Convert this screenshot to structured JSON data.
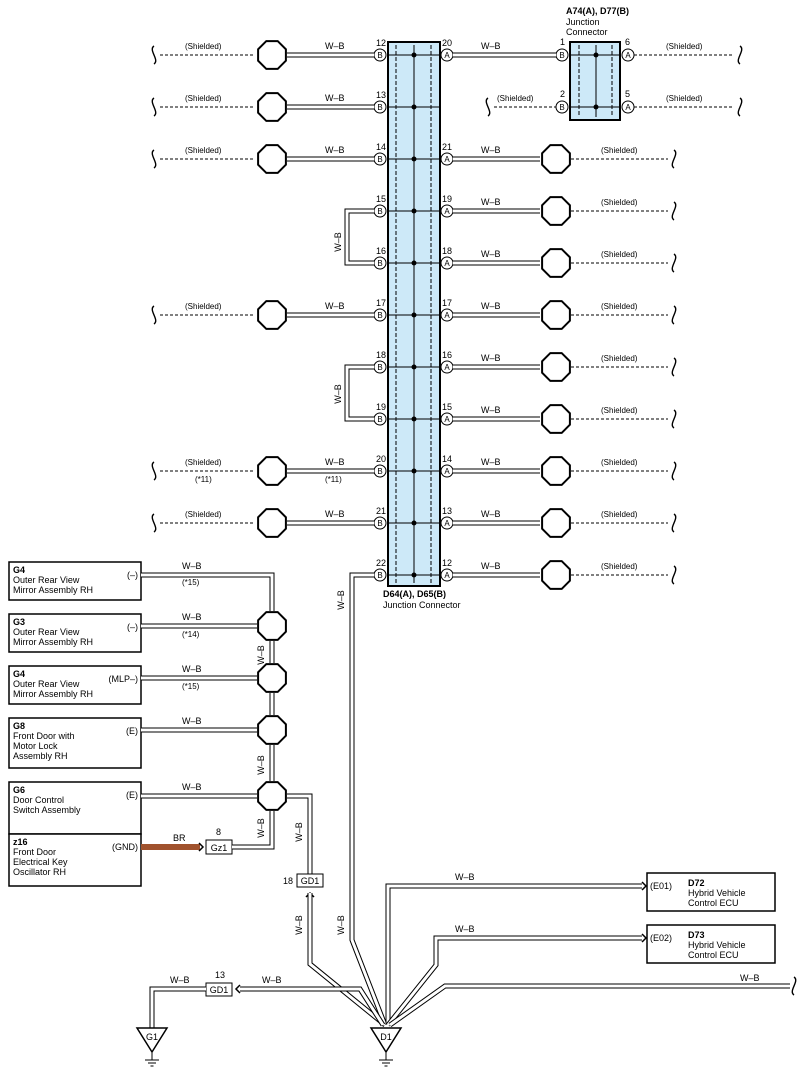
{
  "labels": {
    "wire": "W–B",
    "shielded": "(Shielded)",
    "br": "BR"
  },
  "center_connector": {
    "name": "D64(A), D65(B)",
    "sub": "Junction Connector",
    "side_left": "B",
    "side_right": "A",
    "rows": [
      {
        "l": "12",
        "r": "20"
      },
      {
        "l": "13",
        "r": ""
      },
      {
        "l": "14",
        "r": "21"
      },
      {
        "l": "15",
        "r": "19"
      },
      {
        "l": "16",
        "r": "18"
      },
      {
        "l": "17",
        "r": "17"
      },
      {
        "l": "18",
        "r": "16"
      },
      {
        "l": "19",
        "r": "15"
      },
      {
        "l": "20",
        "r": "14"
      },
      {
        "l": "21",
        "r": "13"
      },
      {
        "l": "22",
        "r": "12"
      }
    ]
  },
  "top_connector": {
    "name": "A74(A), D77(B)",
    "sub1": "Junction",
    "sub2": "Connector",
    "p1": "1",
    "p2": "2",
    "p5": "5",
    "p6": "6",
    "side_b": "B",
    "side_a": "A"
  },
  "notes": {
    "n11": "(*11)",
    "n14": "(*14)",
    "n15": "(*15)"
  },
  "components": [
    {
      "code": "G4",
      "l1": "Outer Rear View",
      "l2": "Mirror Assembly RH",
      "l3": "",
      "pin": "(–)"
    },
    {
      "code": "G3",
      "l1": "Outer Rear View",
      "l2": "Mirror Assembly RH",
      "l3": "",
      "pin": "(–)"
    },
    {
      "code": "G4",
      "l1": "Outer Rear View",
      "l2": "Mirror Assembly RH",
      "l3": "",
      "pin": "(MLP–)"
    },
    {
      "code": "G8",
      "l1": "Front Door with",
      "l2": "Motor Lock",
      "l3": "Assembly RH",
      "pin": "(E)"
    },
    {
      "code": "G6",
      "l1": "Door Control",
      "l2": "Switch Assembly",
      "l3": "",
      "pin": "(E)"
    },
    {
      "code": "z16",
      "l1": "Front Door",
      "l2": "Electrical Key",
      "l3": "Oscillator RH",
      "pin": "(GND)"
    }
  ],
  "ecus": [
    {
      "pin": "(E01)",
      "code": "D72",
      "l1": "Hybrid Vehicle",
      "l2": "Control ECU"
    },
    {
      "pin": "(E02)",
      "code": "D73",
      "l1": "Hybrid Vehicle",
      "l2": "Control ECU"
    }
  ],
  "junctions": {
    "gz1": "Gz1",
    "gz1_pin": "8",
    "gd1a": "GD1",
    "gd1a_pin": "18",
    "gd1b": "GD1",
    "gd1b_pin": "13"
  },
  "grounds": {
    "g1": "G1",
    "d1": "D1"
  },
  "colors": {
    "line": "#000000",
    "connector_fill": "#cde9f8",
    "br_wire": "#a0522d"
  }
}
